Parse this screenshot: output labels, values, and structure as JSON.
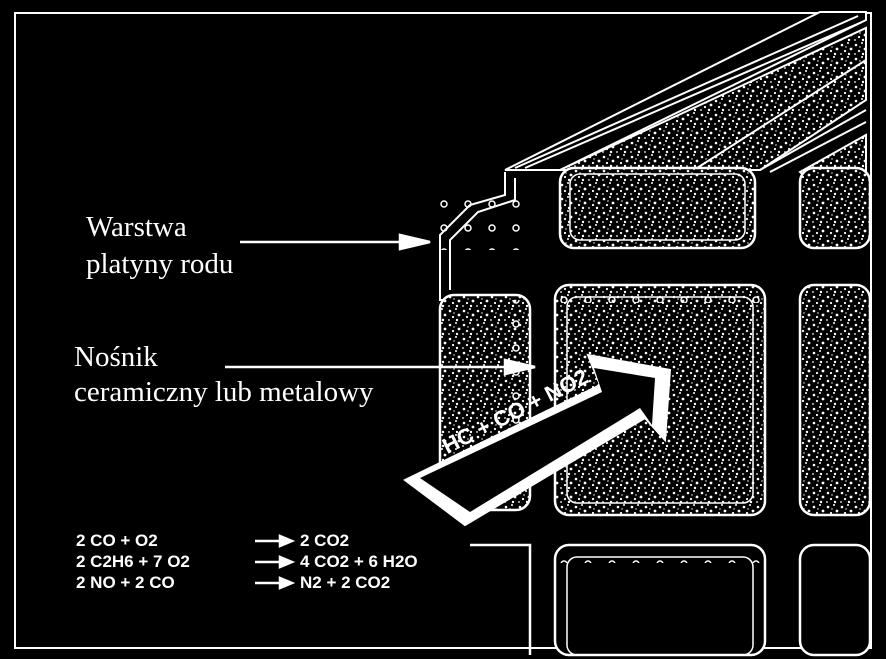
{
  "labels": {
    "coating_line1": "Warstwa",
    "coating_line2": "platyny rodu",
    "substrate_line1": "Nośnik",
    "substrate_line2": "ceramiczny lub metalowy",
    "flow_arrow": "HC + CO + NO2"
  },
  "reactions": [
    {
      "lhs": "2 CO + O2",
      "rhs": "2 CO2"
    },
    {
      "lhs": "2 C2H6 + 7 O2",
      "rhs": "4 CO2 + 6 H2O"
    },
    {
      "lhs": "2 NO + 2 CO",
      "rhs": "N2 + 2 CO2"
    }
  ],
  "colors": {
    "background": "#000000",
    "foreground": "#ffffff"
  }
}
